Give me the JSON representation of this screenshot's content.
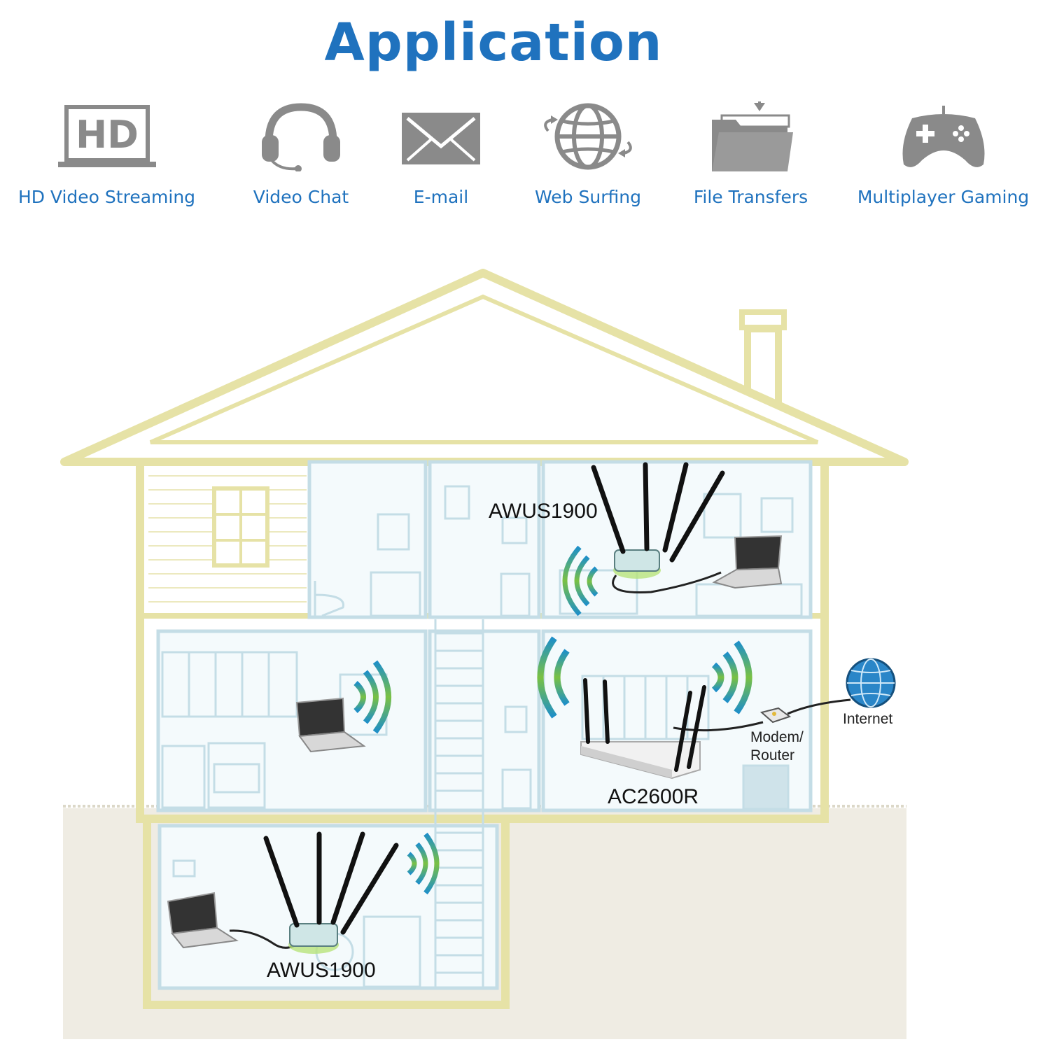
{
  "title": "Application",
  "apps": [
    {
      "label": "HD Video Streaming",
      "icon": "hd-icon",
      "icon_text": "HD"
    },
    {
      "label": "Video Chat",
      "icon": "headset-icon"
    },
    {
      "label": "E-mail",
      "icon": "envelope-icon"
    },
    {
      "label": "Web Surfing",
      "icon": "globe-icon"
    },
    {
      "label": "File Transfers",
      "icon": "folder-download-icon"
    },
    {
      "label": "Multiplayer Gaming",
      "icon": "gamepad-icon"
    }
  ],
  "diagram": {
    "device_top": "AWUS1900",
    "device_bottom": "AWUS1900",
    "router": "AC2600R",
    "modem_line1": "Modem/",
    "modem_line2": "Router",
    "internet": "Internet"
  },
  "colors": {
    "brand_blue": "#1f72be",
    "icon_gray": "#8a8a8a",
    "house_outline": "#e6e2a6",
    "room_outline": "#c4dde6",
    "ground": "#efece3",
    "signal_green": "#7ac143",
    "signal_blue": "#1e8fc8"
  }
}
